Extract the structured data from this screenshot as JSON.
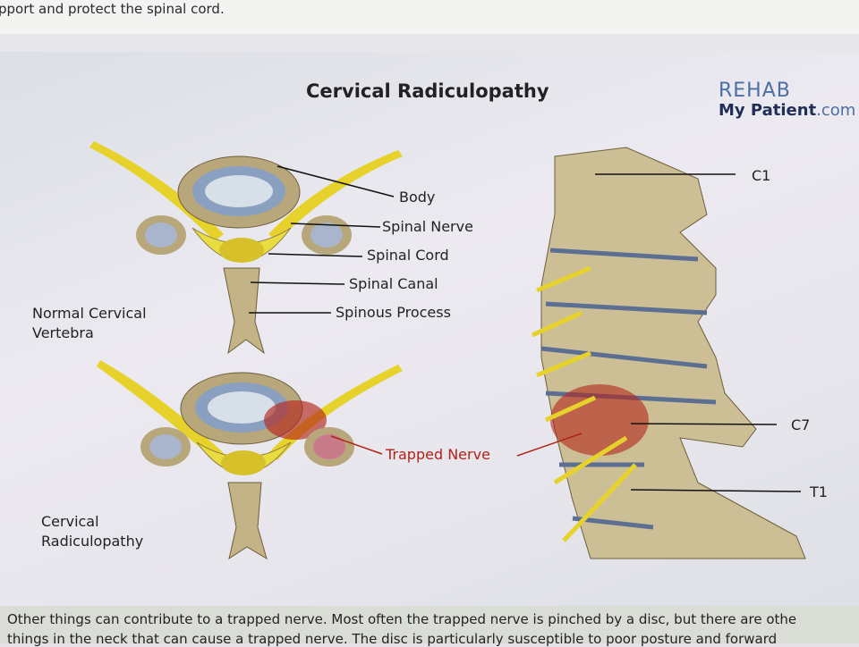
{
  "top_text": "pport and protect the spinal cord.",
  "figure": {
    "title": "Cervical Radiculopathy",
    "logo": {
      "line1": "REHAB",
      "line2": "My Patient",
      "line2_suffix": ".com"
    },
    "labels": {
      "body": "Body",
      "spinal_nerve": "Spinal Nerve",
      "spinal_cord": "Spinal Cord",
      "spinal_canal": "Spinal Canal",
      "spinous_process": "Spinous Process",
      "normal_line1": "Normal Cervical",
      "normal_line2": "Vertebra",
      "trapped_nerve": "Trapped Nerve",
      "radic_line1": "Cervical",
      "radic_line2": "Radiculopathy",
      "c1": "C1",
      "c7": "C7",
      "t1": "T1"
    }
  },
  "bottom_text": {
    "line1": "Other things can contribute to a trapped nerve. Most often the trapped nerve is pinched by a disc, but there are othe",
    "line2": "things in the neck that can cause a trapped nerve. The disc is particularly susceptible to poor posture and forward"
  }
}
